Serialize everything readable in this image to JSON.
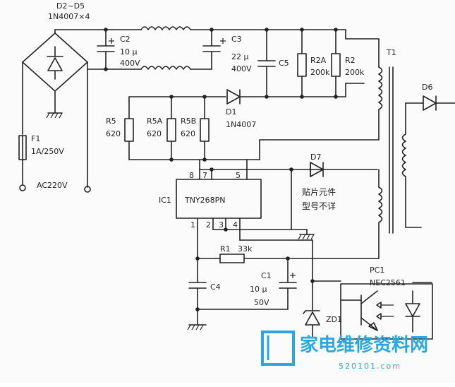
{
  "labels": {
    "d2_d5": "D2~D5",
    "d2_d5_part": "1N4007×4",
    "c2": "C2",
    "c2_cap": "10 μ",
    "c2_volt": "400V",
    "c3": "C3",
    "c3_cap": "22 μ",
    "c3_volt": "400V",
    "c5": "C5",
    "r2a": "R2A",
    "r2a_val": "200k",
    "r2": "R2",
    "r2_val": "200k",
    "t1": "T1",
    "d6": "D6",
    "d1": "D1",
    "d1_part": "1N4007",
    "r5": "R5",
    "r5_val": "620",
    "r5a": "R5A",
    "r5a_val": "620",
    "r5b": "R5B",
    "r5b_val": "620",
    "f1": "F1",
    "f1_val": "1A/250V",
    "ac": "AC220V",
    "d7": "D7",
    "d7_note1": "贴片元件",
    "d7_note2": "型号不详",
    "ic1": "IC1",
    "ic1_part": "TNY268PN",
    "pin8": "8",
    "pin7": "7",
    "pin5": "5",
    "pin1": "1",
    "pin2": "2",
    "pin3": "3",
    "pin4": "4",
    "r1": "R1",
    "r1_val": "33k",
    "c1": "C1",
    "c1_cap": "10 μ",
    "c1_volt": "50V",
    "c4": "C4",
    "pc1": "PC1",
    "pc1_part": "NEC2561",
    "zd1": "ZD1"
  },
  "watermark": {
    "title": "家电维修资料网",
    "url": "520101.com"
  },
  "colors": {
    "ink": "#222222",
    "watermark": "#2aa7e0"
  }
}
